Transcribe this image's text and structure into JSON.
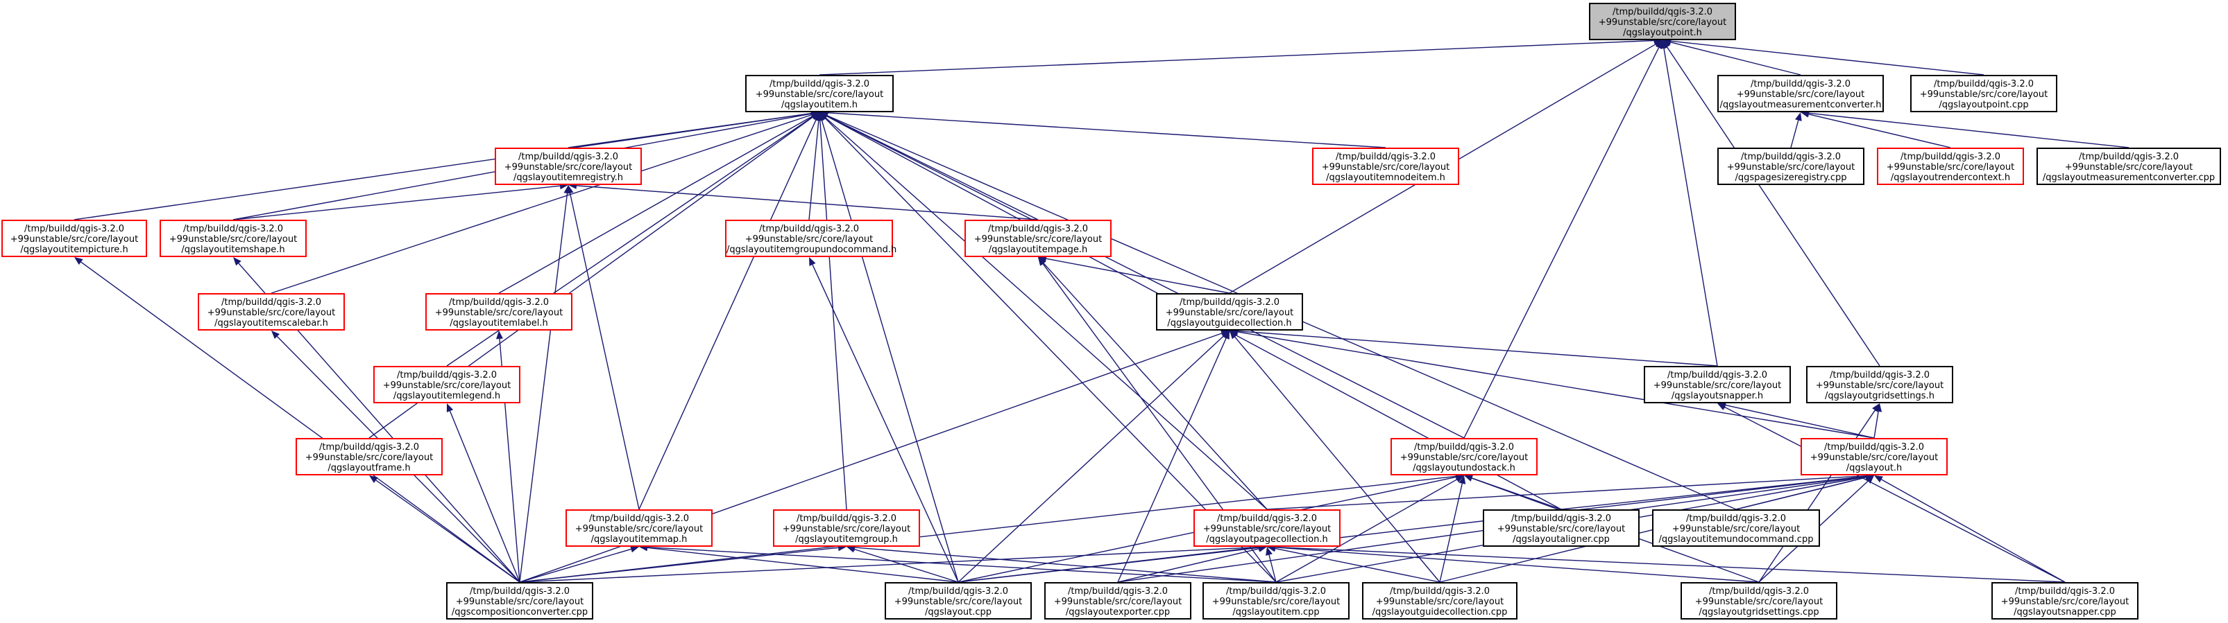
{
  "colors": {
    "edge": "#191970",
    "border_normal": "#000000",
    "border_incomplete": "#ff0000",
    "root_fill": "#bfbfbf"
  },
  "nodes": [
    {
      "id": "point_h",
      "lines": [
        "/tmp/buildd/qgis-3.2.0",
        "+99unstable/src/core/layout",
        "/qgslayoutpoint.h"
      ],
      "style": "root"
    },
    {
      "id": "item_h",
      "lines": [
        "/tmp/buildd/qgis-3.2.0",
        "+99unstable/src/core/layout",
        "/qgslayoutitem.h"
      ],
      "style": "normal"
    },
    {
      "id": "meas_h",
      "lines": [
        "/tmp/buildd/qgis-3.2.0",
        "+99unstable/src/core/layout",
        "/qgslayoutmeasurementconverter.h"
      ],
      "style": "normal"
    },
    {
      "id": "point_cpp",
      "lines": [
        "/tmp/buildd/qgis-3.2.0",
        "+99unstable/src/core/layout",
        "/qgslayoutpoint.cpp"
      ],
      "style": "normal"
    },
    {
      "id": "registry_h",
      "lines": [
        "/tmp/buildd/qgis-3.2.0",
        "+99unstable/src/core/layout",
        "/qgslayoutitemregistry.h"
      ],
      "style": "red"
    },
    {
      "id": "nodeitem_h",
      "lines": [
        "/tmp/buildd/qgis-3.2.0",
        "+99unstable/src/core/layout",
        "/qgslayoutitemnodeitem.h"
      ],
      "style": "red"
    },
    {
      "id": "pagesize_cpp",
      "lines": [
        "/tmp/buildd/qgis-3.2.0",
        "+99unstable/src/core/layout",
        "/qgspagesizeregistry.cpp"
      ],
      "style": "normal"
    },
    {
      "id": "rendercontext_h",
      "lines": [
        "/tmp/buildd/qgis-3.2.0",
        "+99unstable/src/core/layout",
        "/qgslayoutrendercontext.h"
      ],
      "style": "red"
    },
    {
      "id": "meas_cpp",
      "lines": [
        "/tmp/buildd/qgis-3.2.0",
        "+99unstable/src/core/layout",
        "/qgslayoutmeasurementconverter.cpp"
      ],
      "style": "normal"
    },
    {
      "id": "picture_h",
      "lines": [
        "/tmp/buildd/qgis-3.2.0",
        "+99unstable/src/core/layout",
        "/qgslayoutitempicture.h"
      ],
      "style": "red"
    },
    {
      "id": "shape_h",
      "lines": [
        "/tmp/buildd/qgis-3.2.0",
        "+99unstable/src/core/layout",
        "/qgslayoutitemshape.h"
      ],
      "style": "red"
    },
    {
      "id": "groupundo_h",
      "lines": [
        "/tmp/buildd/qgis-3.2.0",
        "+99unstable/src/core/layout",
        "/qgslayoutitemgroupundocommand.h"
      ],
      "style": "red"
    },
    {
      "id": "page_h",
      "lines": [
        "/tmp/buildd/qgis-3.2.0",
        "+99unstable/src/core/layout",
        "/qgslayoutitempage.h"
      ],
      "style": "red"
    },
    {
      "id": "scalebar_h",
      "lines": [
        "/tmp/buildd/qgis-3.2.0",
        "+99unstable/src/core/layout",
        "/qgslayoutitemscalebar.h"
      ],
      "style": "red"
    },
    {
      "id": "label_h",
      "lines": [
        "/tmp/buildd/qgis-3.2.0",
        "+99unstable/src/core/layout",
        "/qgslayoutitemlabel.h"
      ],
      "style": "red"
    },
    {
      "id": "guidecoll_h",
      "lines": [
        "/tmp/buildd/qgis-3.2.0",
        "+99unstable/src/core/layout",
        "/qgslayoutguidecollection.h"
      ],
      "style": "normal"
    },
    {
      "id": "legend_h",
      "lines": [
        "/tmp/buildd/qgis-3.2.0",
        "+99unstable/src/core/layout",
        "/qgslayoutitemlegend.h"
      ],
      "style": "red"
    },
    {
      "id": "snapper_h",
      "lines": [
        "/tmp/buildd/qgis-3.2.0",
        "+99unstable/src/core/layout",
        "/qgslayoutsnapper.h"
      ],
      "style": "normal"
    },
    {
      "id": "gridsettings_h",
      "lines": [
        "/tmp/buildd/qgis-3.2.0",
        "+99unstable/src/core/layout",
        "/qgslayoutgridsettings.h"
      ],
      "style": "normal"
    },
    {
      "id": "frame_h",
      "lines": [
        "/tmp/buildd/qgis-3.2.0",
        "+99unstable/src/core/layout",
        "/qgslayoutframe.h"
      ],
      "style": "red"
    },
    {
      "id": "undostack_h",
      "lines": [
        "/tmp/buildd/qgis-3.2.0",
        "+99unstable/src/core/layout",
        "/qgslayoutundostack.h"
      ],
      "style": "red"
    },
    {
      "id": "layout_h",
      "lines": [
        "/tmp/buildd/qgis-3.2.0",
        "+99unstable/src/core/layout",
        "/qgslayout.h"
      ],
      "style": "red"
    },
    {
      "id": "map_h",
      "lines": [
        "/tmp/buildd/qgis-3.2.0",
        "+99unstable/src/core/layout",
        "/qgslayoutitemmap.h"
      ],
      "style": "red"
    },
    {
      "id": "group_h",
      "lines": [
        "/tmp/buildd/qgis-3.2.0",
        "+99unstable/src/core/layout",
        "/qgslayoutitemgroup.h"
      ],
      "style": "red"
    },
    {
      "id": "pagecoll_h",
      "lines": [
        "/tmp/buildd/qgis-3.2.0",
        "+99unstable/src/core/layout",
        "/qgslayoutpagecollection.h"
      ],
      "style": "red"
    },
    {
      "id": "aligner_cpp",
      "lines": [
        "/tmp/buildd/qgis-3.2.0",
        "+99unstable/src/core/layout",
        "/qgslayoutaligner.cpp"
      ],
      "style": "normal"
    },
    {
      "id": "itemundo_cpp",
      "lines": [
        "/tmp/buildd/qgis-3.2.0",
        "+99unstable/src/core/layout",
        "/qgslayoutitemundocommand.cpp"
      ],
      "style": "normal"
    },
    {
      "id": "compconv_cpp",
      "lines": [
        "/tmp/buildd/qgis-3.2.0",
        "+99unstable/src/core/layout",
        "/qgscompositionconverter.cpp"
      ],
      "style": "normal"
    },
    {
      "id": "layout_cpp",
      "lines": [
        "/tmp/buildd/qgis-3.2.0",
        "+99unstable/src/core/layout",
        "/qgslayout.cpp"
      ],
      "style": "normal"
    },
    {
      "id": "exporter_cpp",
      "lines": [
        "/tmp/buildd/qgis-3.2.0",
        "+99unstable/src/core/layout",
        "/qgslayoutexporter.cpp"
      ],
      "style": "normal"
    },
    {
      "id": "item_cpp",
      "lines": [
        "/tmp/buildd/qgis-3.2.0",
        "+99unstable/src/core/layout",
        "/qgslayoutitem.cpp"
      ],
      "style": "normal"
    },
    {
      "id": "guidecoll_cpp",
      "lines": [
        "/tmp/buildd/qgis-3.2.0",
        "+99unstable/src/core/layout",
        "/qgslayoutguidecollection.cpp"
      ],
      "style": "normal"
    },
    {
      "id": "gridsettings_cpp",
      "lines": [
        "/tmp/buildd/qgis-3.2.0",
        "+99unstable/src/core/layout",
        "/qgslayoutgridsettings.cpp"
      ],
      "style": "normal"
    },
    {
      "id": "snapper_cpp",
      "lines": [
        "/tmp/buildd/qgis-3.2.0",
        "+99unstable/src/core/layout",
        "/qgslayoutsnapper.cpp"
      ],
      "style": "normal"
    }
  ],
  "edges": [
    [
      "item_h",
      "point_h"
    ],
    [
      "meas_h",
      "point_h"
    ],
    [
      "point_cpp",
      "point_h"
    ],
    [
      "guidecoll_h",
      "point_h"
    ],
    [
      "snapper_h",
      "point_h"
    ],
    [
      "gridsettings_h",
      "point_h"
    ],
    [
      "undostack_h",
      "point_h"
    ],
    [
      "registry_h",
      "item_h"
    ],
    [
      "nodeitem_h",
      "item_h"
    ],
    [
      "picture_h",
      "item_h"
    ],
    [
      "shape_h",
      "item_h"
    ],
    [
      "groupundo_h",
      "item_h"
    ],
    [
      "page_h",
      "item_h"
    ],
    [
      "scalebar_h",
      "item_h"
    ],
    [
      "label_h",
      "item_h"
    ],
    [
      "legend_h",
      "item_h"
    ],
    [
      "frame_h",
      "item_h"
    ],
    [
      "map_h",
      "item_h"
    ],
    [
      "group_h",
      "item_h"
    ],
    [
      "pagecoll_h",
      "item_h"
    ],
    [
      "undostack_h",
      "item_h"
    ],
    [
      "layout_cpp",
      "item_h"
    ],
    [
      "item_cpp",
      "item_h"
    ],
    [
      "aligner_cpp",
      "item_h"
    ],
    [
      "itemundo_cpp",
      "item_h"
    ],
    [
      "pagesize_cpp",
      "meas_h"
    ],
    [
      "rendercontext_h",
      "meas_h"
    ],
    [
      "meas_cpp",
      "meas_h"
    ],
    [
      "shape_h",
      "registry_h"
    ],
    [
      "page_h",
      "registry_h"
    ],
    [
      "map_h",
      "registry_h"
    ],
    [
      "compconv_cpp",
      "registry_h"
    ],
    [
      "compconv_cpp",
      "picture_h"
    ],
    [
      "compconv_cpp",
      "shape_h"
    ],
    [
      "layout_cpp",
      "groupundo_h"
    ],
    [
      "guidecoll_h",
      "page_h"
    ],
    [
      "pagecoll_h",
      "page_h"
    ],
    [
      "item_cpp",
      "page_h"
    ],
    [
      "compconv_cpp",
      "scalebar_h"
    ],
    [
      "compconv_cpp",
      "label_h"
    ],
    [
      "compconv_cpp",
      "legend_h"
    ],
    [
      "compconv_cpp",
      "frame_h"
    ],
    [
      "snapper_h",
      "guidecoll_h"
    ],
    [
      "layout_h",
      "guidecoll_h"
    ],
    [
      "layout_cpp",
      "guidecoll_h"
    ],
    [
      "exporter_cpp",
      "guidecoll_h"
    ],
    [
      "guidecoll_cpp",
      "guidecoll_h"
    ],
    [
      "compconv_cpp",
      "guidecoll_h"
    ],
    [
      "layout_h",
      "snapper_h"
    ],
    [
      "snapper_cpp",
      "snapper_h"
    ],
    [
      "layout_h",
      "gridsettings_h"
    ],
    [
      "gridsettings_cpp",
      "gridsettings_h"
    ],
    [
      "compconv_cpp",
      "undostack_h"
    ],
    [
      "layout_cpp",
      "undostack_h"
    ],
    [
      "item_cpp",
      "undostack_h"
    ],
    [
      "aligner_cpp",
      "undostack_h"
    ],
    [
      "guidecoll_cpp",
      "undostack_h"
    ],
    [
      "gridsettings_cpp",
      "undostack_h"
    ],
    [
      "pagecoll_h",
      "layout_h"
    ],
    [
      "aligner_cpp",
      "layout_h"
    ],
    [
      "itemundo_cpp",
      "layout_h"
    ],
    [
      "layout_cpp",
      "layout_h"
    ],
    [
      "exporter_cpp",
      "layout_h"
    ],
    [
      "item_cpp",
      "layout_h"
    ],
    [
      "guidecoll_cpp",
      "layout_h"
    ],
    [
      "gridsettings_cpp",
      "layout_h"
    ],
    [
      "snapper_cpp",
      "layout_h"
    ],
    [
      "compconv_cpp",
      "map_h"
    ],
    [
      "layout_cpp",
      "map_h"
    ],
    [
      "item_cpp",
      "map_h"
    ],
    [
      "compconv_cpp",
      "group_h"
    ],
    [
      "layout_cpp",
      "group_h"
    ],
    [
      "item_cpp",
      "group_h"
    ],
    [
      "compconv_cpp",
      "pagecoll_h"
    ],
    [
      "layout_cpp",
      "pagecoll_h"
    ],
    [
      "exporter_cpp",
      "pagecoll_h"
    ],
    [
      "item_cpp",
      "pagecoll_h"
    ],
    [
      "guidecoll_cpp",
      "pagecoll_h"
    ],
    [
      "gridsettings_cpp",
      "pagecoll_h"
    ],
    [
      "snapper_cpp",
      "pagecoll_h"
    ]
  ]
}
